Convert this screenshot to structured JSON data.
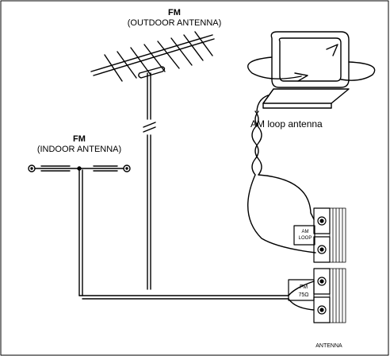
{
  "outdoor_antenna": {
    "title": "FM",
    "subtitle": "(OUTDOOR ANTENNA)"
  },
  "indoor_antenna": {
    "title": "FM",
    "subtitle": "(INDOOR ANTENNA)"
  },
  "am_antenna": {
    "caption": "AM loop antenna"
  },
  "terminals": {
    "am_label_line1": "AM",
    "am_label_line2": "LOOP",
    "fm_label_line1": "FM",
    "fm_label_line2": "75Ω",
    "panel_label": "ANTENNA"
  }
}
